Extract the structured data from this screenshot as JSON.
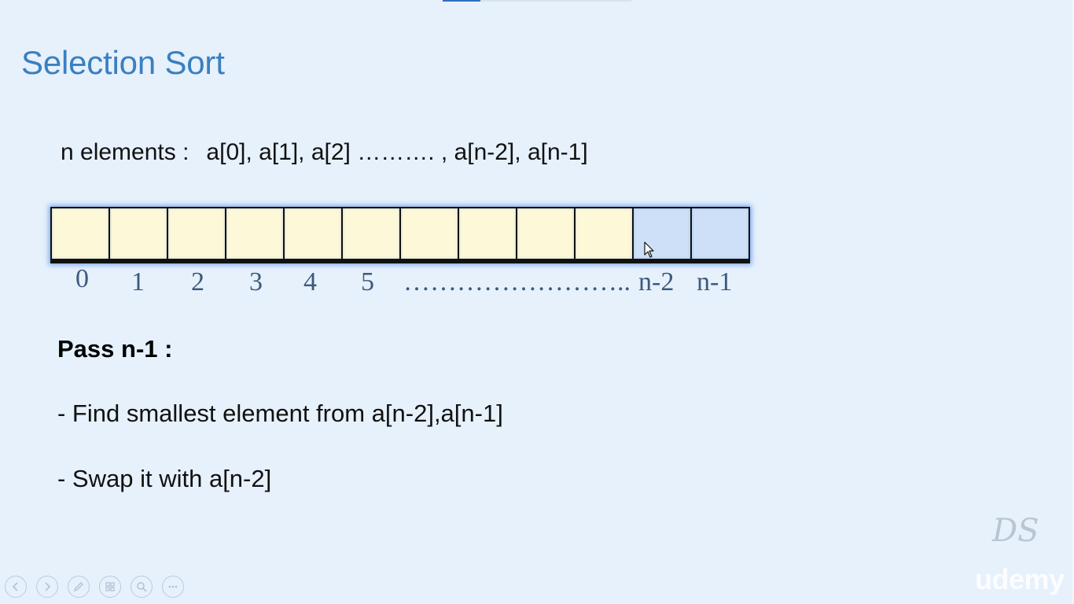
{
  "slide": {
    "title": "Selection Sort",
    "elements_line": {
      "label": "n elements :",
      "sequence": "a[0], a[1], a[2] ………. , a[n-2], a[n-1]"
    },
    "array": {
      "cells": [
        {
          "state": "unsorted"
        },
        {
          "state": "unsorted"
        },
        {
          "state": "unsorted"
        },
        {
          "state": "unsorted"
        },
        {
          "state": "unsorted"
        },
        {
          "state": "unsorted"
        },
        {
          "state": "unsorted"
        },
        {
          "state": "unsorted"
        },
        {
          "state": "unsorted"
        },
        {
          "state": "unsorted"
        },
        {
          "state": "highlighted"
        },
        {
          "state": "highlighted"
        }
      ],
      "unsorted_color": "#fdf8d8",
      "highlighted_color": "#cde0f7",
      "index_labels": [
        "0",
        "1",
        "2",
        "3",
        "4",
        "5",
        "……………………..",
        "n-2",
        "n-1"
      ]
    },
    "pass": {
      "title": "Pass n-1 :",
      "bullets": [
        "- Find smallest element from a[n-2],a[n-1]",
        "- Swap it with a[n-2]"
      ]
    }
  },
  "watermarks": {
    "logo": "DS",
    "brand": "udemy"
  },
  "player": {
    "progress_fraction": 0.2,
    "controls": [
      {
        "name": "previous-slide-button",
        "icon": "arrow-left-icon"
      },
      {
        "name": "next-slide-button",
        "icon": "arrow-right-icon"
      },
      {
        "name": "pen-tool-button",
        "icon": "pen-icon"
      },
      {
        "name": "slides-grid-button",
        "icon": "grid-icon"
      },
      {
        "name": "zoom-button",
        "icon": "magnifier-icon"
      },
      {
        "name": "more-options-button",
        "icon": "ellipsis-icon"
      }
    ]
  },
  "colors": {
    "background": "#e6f1fc",
    "title": "#3a7fc1",
    "index_text": "#3d5a7e"
  }
}
